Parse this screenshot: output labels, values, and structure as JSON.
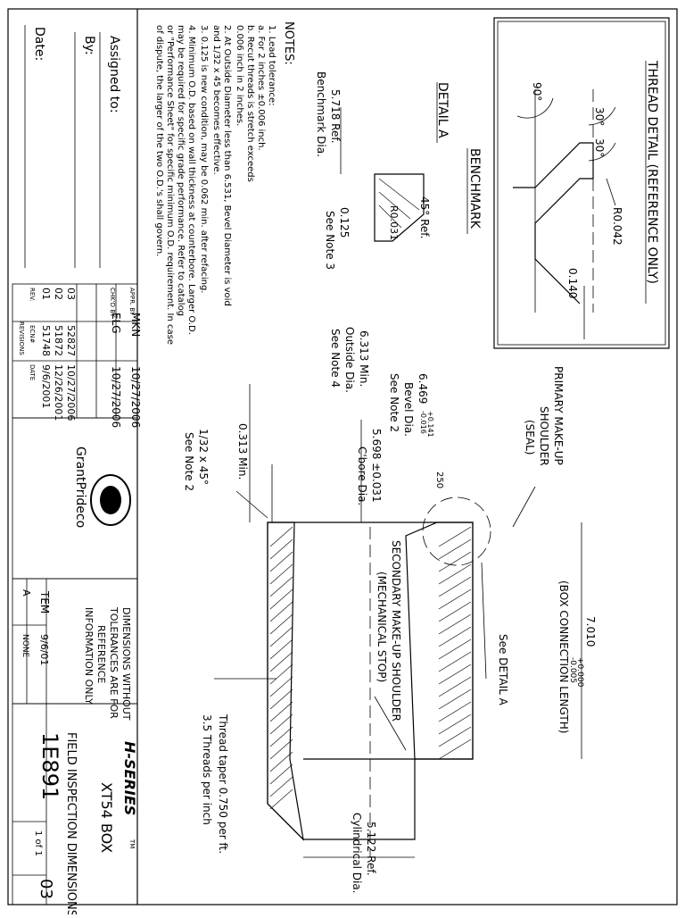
{
  "thread_detail": {
    "title": "THREAD DETAIL (REFERENCE ONLY)",
    "angle_90": "90°",
    "angle_30a": "30°",
    "angle_30b": "30°",
    "radius": "R0.042",
    "pitch": "0.140"
  },
  "detail_a": {
    "title": "DETAIL A",
    "benchmark": "BENCHMARK",
    "bench_dia": "5.718 Ref.",
    "bench_dia_label": "Benchmark Dia.",
    "bevel_angle": "45° Ref.",
    "radius": "R0.031",
    "length": "0.125",
    "length_note": "See Note 3"
  },
  "notes": {
    "heading": "NOTES:",
    "lines": [
      "1. Lead tolerance:",
      "    a. For 2 inches ±0.006 inch.",
      "    b. Recut threads is stretch exceeds",
      "        0.006 inch in 2 inches.",
      "2. At Outside Diameter less than 6.531, Bevel Diameter is void",
      "    and 1/32 x 45 becomes effective.",
      "3. 0.125 is new condition, may be 0.062 min. after refacing.",
      "4. Minimum O.D. based on wall thickness at counterbore. Larger O.D.",
      "    may be required for specific grade performance. Refer to catalog",
      "    or \"Performance Sheet\" for specific minimum O.D. requirement. In case",
      "    of dispute, the larger of the two O.D.'s shall govern."
    ]
  },
  "main_view": {
    "primary_shoulder": [
      "PRIMARY MAKE-UP",
      "SHOULDER",
      "(SEAL)"
    ],
    "see_detail": "See DETAIL A",
    "box_length": "7.010",
    "box_length_tol_plus": "+0.000",
    "box_length_tol_minus": "-0.005",
    "box_length_label": "(BOX CONNECTION LENGTH)",
    "secondary_shoulder": [
      "SECONDARY MAKE-UP SHOULDER",
      "(MECHANICAL STOP)"
    ],
    "thread_taper": "Thread taper 0.750 per ft.",
    "threads_per_inch": "3.5 Threads per inch",
    "cyl_dia": "5.122 Ref.",
    "cyl_dia_label": "Cylindrical Dia.",
    "od": "6.313 Min.",
    "od_label": "Outside Dia.",
    "od_note": "See Note 4",
    "bevel": "6.469",
    "bevel_tol_plus": "+0.141",
    "bevel_tol_minus": "-0.016",
    "bevel_label": "Bevel Dia.",
    "bevel_note": "See Note 2",
    "cbore": "5.698 ±0.031",
    "cbore_label": "C'bore Dia.",
    "finish": "250",
    "min_len": "0.313 Min.",
    "chamfer": "1/32 x 45°",
    "chamfer_note": "See Note 2"
  },
  "title_block": {
    "assigned_label": "Assigned to:",
    "by_label": "By:",
    "date_label": "Date:",
    "appr_label": "APPR. BY",
    "appr_by": "MKN",
    "appr_date": "10/27/2006",
    "chkd_label": "CHK'D BY",
    "chkd_by": "ELG",
    "chkd_date": "10/27/2006",
    "revisions": [
      {
        "rev": "03",
        "ecn": "52827",
        "date": "10/27/2006"
      },
      {
        "rev": "02",
        "ecn": "51872",
        "date": "12/26/2001"
      },
      {
        "rev": "01",
        "ecn": "51748",
        "date": "9/6/2001"
      }
    ],
    "rev_header": "REV.",
    "ecn_header": "ECN#",
    "date_header": "DATE",
    "revisions_label": "REVISIONS",
    "company": "GrantPrideco",
    "disclaimer": [
      "DIMENSIONS WITHOUT",
      "TOLERANCES ARE FOR",
      "REFERENCE",
      "INFORMATION ONLY"
    ],
    "drawn_by": "TEM",
    "drawn_date": "9/6/01",
    "size": "A",
    "scale": "NONE",
    "brand": "H-SERIES",
    "trademark": "TM",
    "part_title": "XT54 BOX",
    "part_subtitle": "FIELD INSPECTION DIMENSIONS",
    "dwg_no": "1E891",
    "sheet": "1 of 1",
    "rev": "03"
  }
}
